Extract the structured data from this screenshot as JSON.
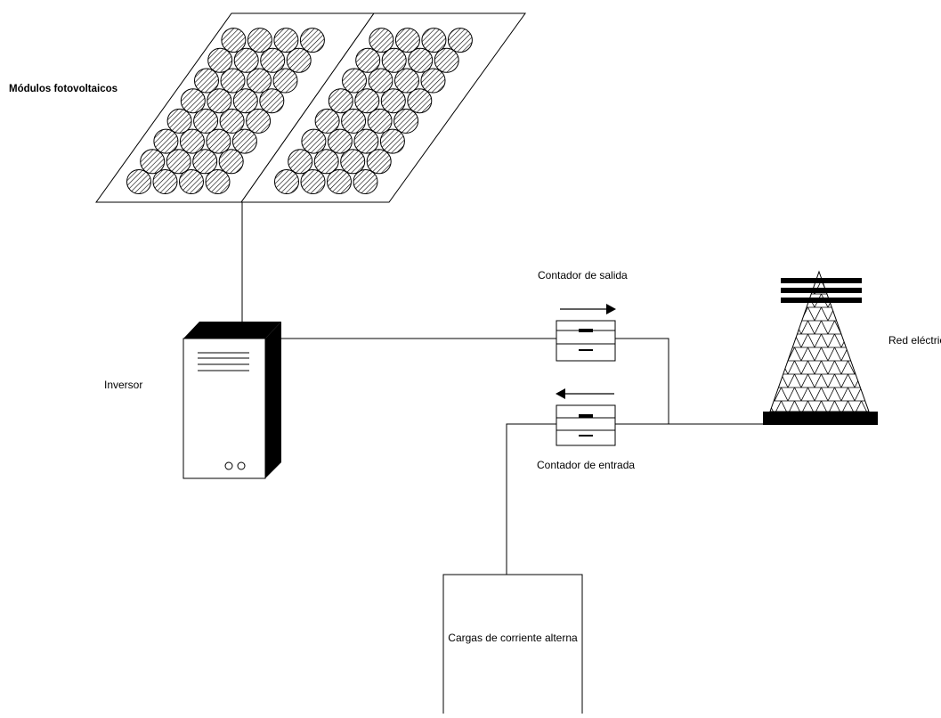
{
  "labels": {
    "modulos": "Módulos fotovoltaicos",
    "inversor": "Inversor",
    "contador_salida": "Contador de salida",
    "contador_entrada": "Contador de entrada",
    "red": "Red eléctrica",
    "cargas": "Cargas de corriente alterna"
  },
  "icons": {
    "solar_panel": "solar-panel-icon",
    "inverter": "inverter-icon",
    "meter": "meter-icon",
    "tower": "power-tower-icon",
    "arrow": "arrow-icon"
  },
  "colors": {
    "stroke": "#000000",
    "background": "#ffffff"
  }
}
